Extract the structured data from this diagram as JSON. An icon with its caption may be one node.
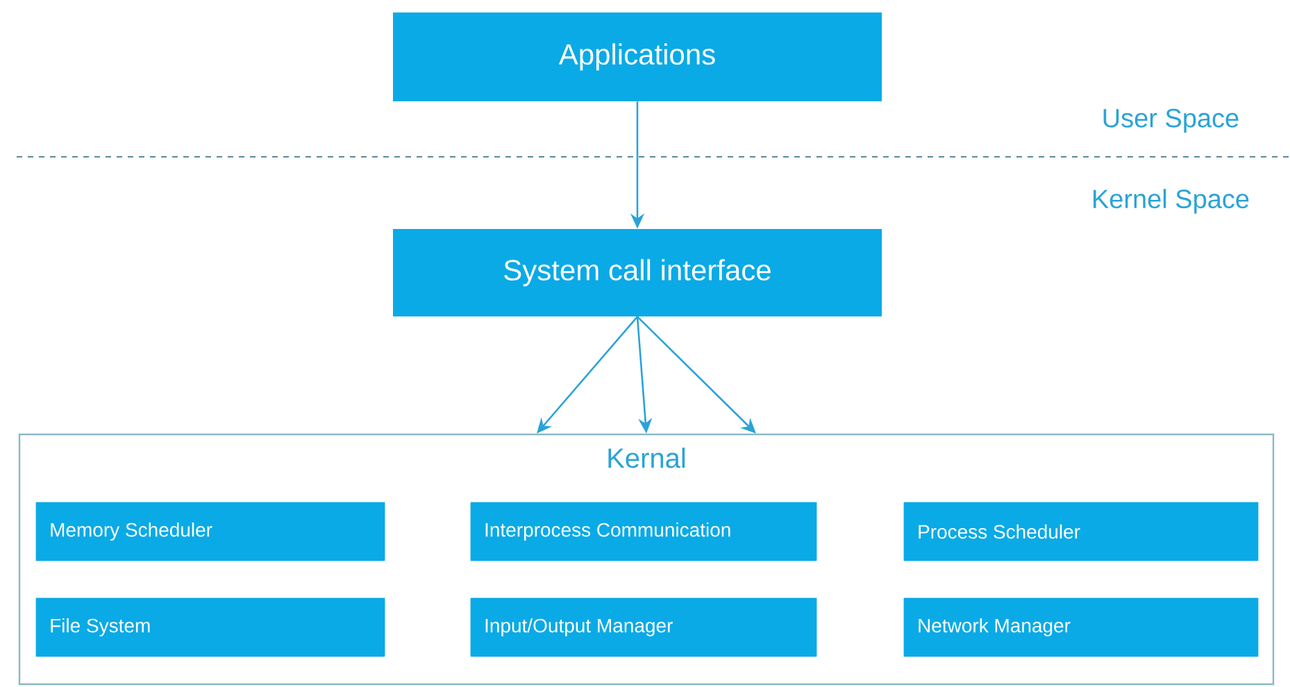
{
  "diagram": {
    "nodes": [
      {
        "text": [
          "Applications"
        ]
      },
      {
        "text": [
          "System call interface"
        ]
      },
      {
        "text": [
          "Kernal"
        ]
      },
      {
        "text": [
          "Memory Scheduler"
        ],
        "in": 2
      },
      {
        "text": [
          "Interprocess Communication"
        ],
        "in": 2
      },
      {
        "text": [
          "Process Scheduler"
        ],
        "in": 2
      },
      {
        "text": [
          "File System"
        ],
        "in": 2
      },
      {
        "text": [
          "Input/Output Manager"
        ],
        "in": 2
      },
      {
        "text": [
          "Network Manager"
        ],
        "in": 2
      }
    ],
    "edges": [
      {
        "from": 0,
        "to": 1,
        "arrow": "to"
      },
      {
        "from": 1,
        "to": 2,
        "arrow": "to"
      },
      {
        "from": 1,
        "to": 2,
        "arrow": "to"
      },
      {
        "from": 1,
        "to": 2,
        "arrow": "to"
      }
    ],
    "labels": [
      "User Space",
      "Kernel Space"
    ]
  }
}
